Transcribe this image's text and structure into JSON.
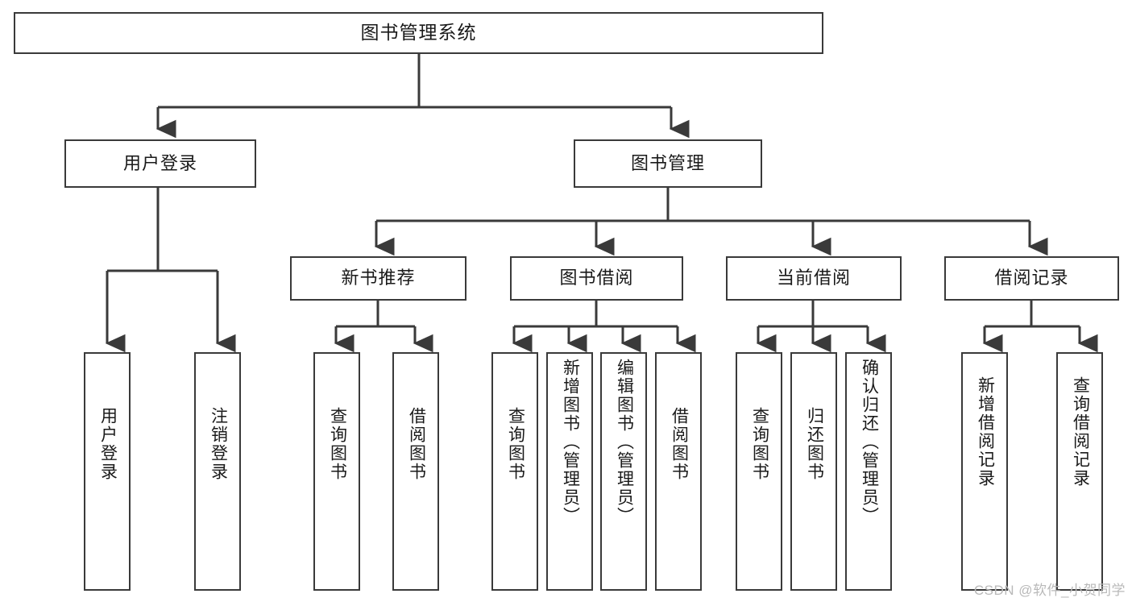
{
  "diagram": {
    "type": "tree-hierarchy",
    "root": {
      "id": "root",
      "label": "图书管理系统"
    },
    "level2": [
      {
        "id": "user-login",
        "label": "用户登录"
      },
      {
        "id": "book-management",
        "label": "图书管理"
      }
    ],
    "level3": [
      {
        "id": "new-book-recommend",
        "label": "新书推荐",
        "parent": "book-management"
      },
      {
        "id": "book-borrow",
        "label": "图书借阅",
        "parent": "book-management"
      },
      {
        "id": "current-borrow",
        "label": "当前借阅",
        "parent": "book-management"
      },
      {
        "id": "borrow-record",
        "label": "借阅记录",
        "parent": "book-management"
      }
    ],
    "leaves": [
      {
        "id": "leaf-user-login",
        "label": "用户登录",
        "parent": "user-login"
      },
      {
        "id": "leaf-logout",
        "label": "注销登录",
        "parent": "user-login"
      },
      {
        "id": "leaf-query-book-1",
        "label": "查询图书",
        "parent": "new-book-recommend"
      },
      {
        "id": "leaf-borrow-book-1",
        "label": "借阅图书",
        "parent": "new-book-recommend"
      },
      {
        "id": "leaf-query-book-2",
        "label": "查询图书",
        "parent": "book-borrow"
      },
      {
        "id": "leaf-add-book",
        "label": "新增图书（管理员）",
        "parent": "book-borrow"
      },
      {
        "id": "leaf-edit-book",
        "label": "编辑图书（管理员）",
        "parent": "book-borrow"
      },
      {
        "id": "leaf-borrow-book-2",
        "label": "借阅图书",
        "parent": "book-borrow"
      },
      {
        "id": "leaf-query-book-3",
        "label": "查询图书",
        "parent": "current-borrow"
      },
      {
        "id": "leaf-return-book",
        "label": "归还图书",
        "parent": "current-borrow"
      },
      {
        "id": "leaf-confirm-return",
        "label": "确认归还（管理员）",
        "parent": "current-borrow"
      },
      {
        "id": "leaf-add-record",
        "label": "新增借阅记录",
        "parent": "borrow-record"
      },
      {
        "id": "leaf-query-record",
        "label": "查询借阅记录",
        "parent": "borrow-record"
      }
    ],
    "colors": {
      "box_border": "#3a3a3a",
      "box_fill": "#ffffff",
      "connector": "#3a3a3a",
      "text": "#1a1a1a",
      "watermark": "#b9b9b9",
      "background": "#ffffff"
    }
  },
  "watermark": {
    "text": "CSDN @软件_小贺同学"
  }
}
